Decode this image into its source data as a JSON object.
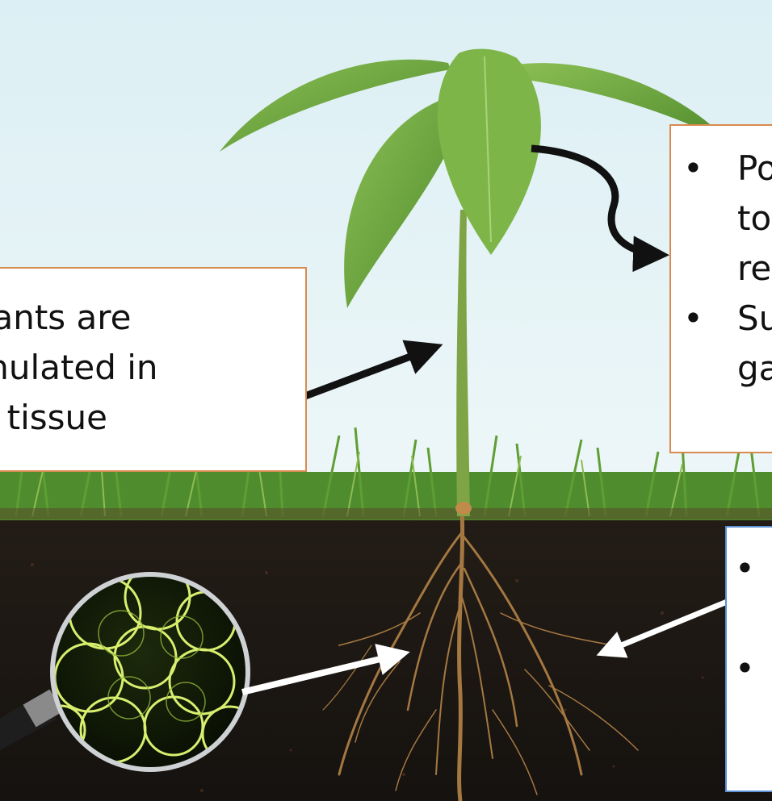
{
  "callouts": {
    "left": {
      "lines": [
        "tants are",
        "mulated in",
        "r tissue"
      ]
    },
    "right": {
      "bullet_symbol": "•",
      "items": [
        {
          "lines": [
            "Po",
            "to",
            "re"
          ]
        },
        {
          "lines": [
            "Su",
            "ga"
          ]
        }
      ]
    },
    "soil": {
      "bullet_symbol": "•",
      "items": [
        {
          "lines": [
            ""
          ]
        },
        {
          "lines": [
            ""
          ]
        }
      ]
    }
  },
  "icons": {
    "magnifier": "magnifying-glass-icon"
  },
  "colors": {
    "sky": "#e6f3f6",
    "soil": "#1b1714",
    "grass": "#4d8d2c",
    "leaf": "#6aa43d",
    "stem": "#7fa445",
    "root": "#a57841",
    "microbe_glow": "#cde86a",
    "callout_orange_border": "#d98a4e",
    "callout_blue_border": "#5b8fd6"
  }
}
